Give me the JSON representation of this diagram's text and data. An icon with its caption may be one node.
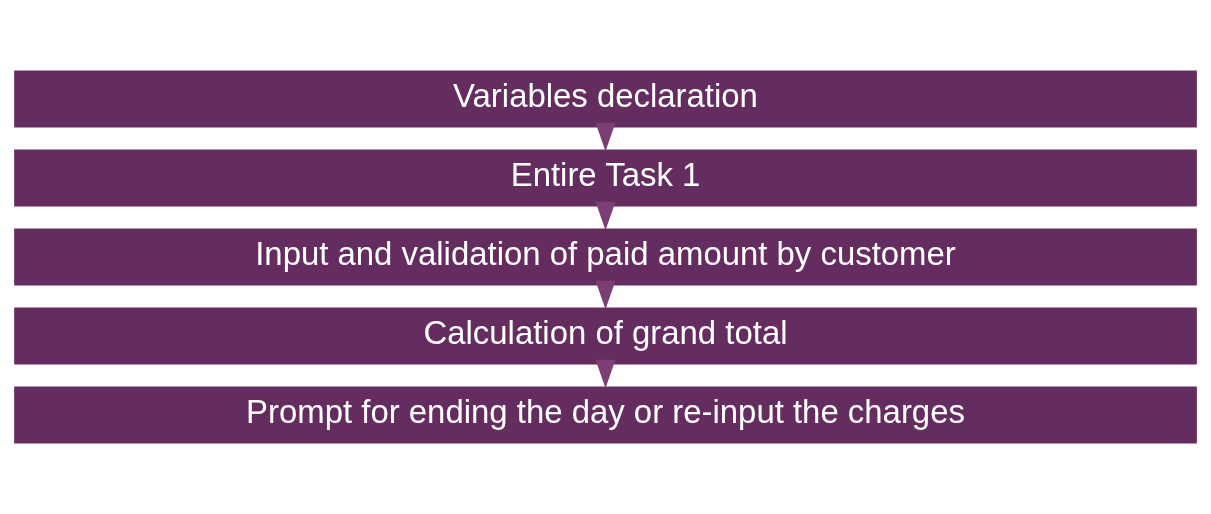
{
  "diagram": {
    "nodes": [
      {
        "text": [
          "Variables declaration"
        ]
      },
      {
        "text": [
          "Entire Task 1"
        ]
      },
      {
        "text": [
          "Input and validation of paid amount by customer"
        ]
      },
      {
        "text": [
          "Calculation of grand total"
        ]
      },
      {
        "text": [
          "Prompt for ending the day or re-input the charges"
        ]
      }
    ],
    "edges": [
      {
        "from": 0,
        "to": 1,
        "arrow": "to"
      },
      {
        "from": 1,
        "to": 2,
        "arrow": "to"
      },
      {
        "from": 2,
        "to": 3,
        "arrow": "to"
      },
      {
        "from": 3,
        "to": 4,
        "arrow": "to"
      }
    ]
  }
}
